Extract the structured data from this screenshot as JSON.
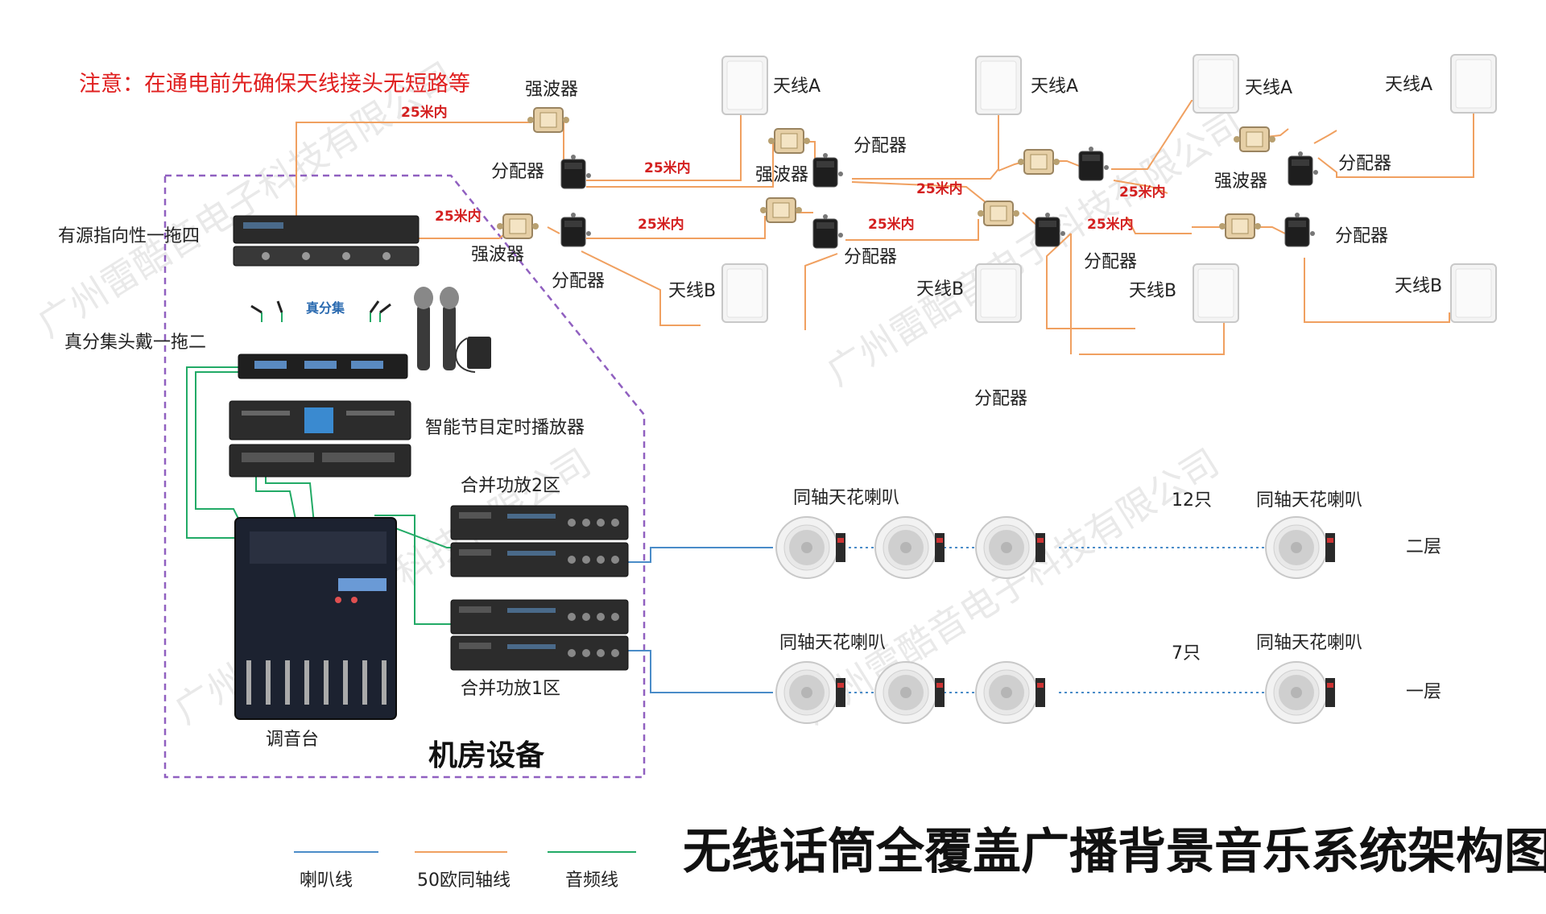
{
  "title": "无线话筒全覆盖广播背景音乐系统架构图",
  "warning": "注意：在通电前先确保天线接头无短路等",
  "room_label": "机房设备",
  "watermark": "广州雷酷音电子科技有限公司",
  "devices": {
    "directional": "有源指向性一拖四",
    "diversity": "真分集头戴一拖二",
    "diversity_brand": "真分集",
    "player": "智能节目定时播放器",
    "amp2": "合并功放2区",
    "amp1": "合并功放1区",
    "mixer": "调音台"
  },
  "antenna": {
    "a1": "天线A",
    "a2": "天线A",
    "a3": "天线A",
    "a4": "天线A",
    "b1": "天线B",
    "b2": "天线B",
    "b3": "天线B",
    "b4": "天线B"
  },
  "booster": {
    "b1": "强波器",
    "b2": "强波器",
    "b3": "强波器",
    "b4": "强波器"
  },
  "splitter": {
    "s1": "分配器",
    "s2": "分配器",
    "s3": "分配器",
    "s4": "分配器",
    "s5": "分配器",
    "s6": "分配器",
    "s7": "分配器",
    "s8": "分配器"
  },
  "distances": {
    "d1": "25米内",
    "d2": "25米内",
    "d3": "25米内",
    "d4": "25米内",
    "d5": "25米内",
    "d6": "25米内",
    "d7": "25米内",
    "d8": "25米内"
  },
  "speakers": {
    "label_f2_left": "同轴天花喇叭",
    "label_f2_right": "同轴天花喇叭",
    "label_f1_left": "同轴天花喇叭",
    "label_f1_right": "同轴天花喇叭",
    "count_f2": "12只",
    "count_f1": "7只",
    "floor2": "二层",
    "floor1": "一层"
  },
  "legend": {
    "speaker_line": "喇叭线",
    "coax_line": "50欧同轴线",
    "audio_line": "音频线"
  },
  "colors": {
    "coax": "#f0a060",
    "speaker": "#4a8cc8",
    "audio": "#22aa66",
    "room_border": "#9060c0"
  }
}
